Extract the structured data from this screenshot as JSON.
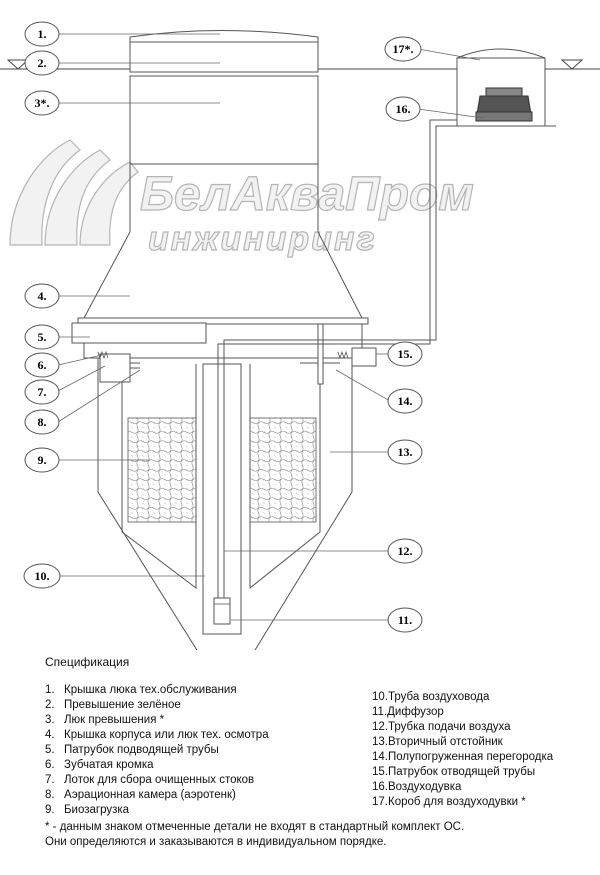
{
  "logo": {
    "line1": "БелАкваПром",
    "line2": "инжиниринг"
  },
  "callouts": [
    {
      "id": "c1",
      "label": "1."
    },
    {
      "id": "c2",
      "label": "2."
    },
    {
      "id": "c3",
      "label": "3*."
    },
    {
      "id": "c4",
      "label": "4."
    },
    {
      "id": "c5",
      "label": "5."
    },
    {
      "id": "c6",
      "label": "6."
    },
    {
      "id": "c7",
      "label": "7."
    },
    {
      "id": "c8",
      "label": "8."
    },
    {
      "id": "c9",
      "label": "9."
    },
    {
      "id": "c10",
      "label": "10."
    },
    {
      "id": "c11",
      "label": "11."
    },
    {
      "id": "c12",
      "label": "12."
    },
    {
      "id": "c13",
      "label": "13."
    },
    {
      "id": "c14",
      "label": "14."
    },
    {
      "id": "c15",
      "label": "15."
    },
    {
      "id": "c16",
      "label": "16."
    },
    {
      "id": "c17",
      "label": "17*."
    }
  ],
  "spec": {
    "title": "Спецификация",
    "left_items": [
      {
        "num": "1.",
        "text": "Крышка люка тех.обслуживания"
      },
      {
        "num": "2.",
        "text": "Превышение зелёное"
      },
      {
        "num": "3.",
        "text": "Люк превышения *"
      },
      {
        "num": "4.",
        "text": "Крышка корпуса или люк тех. осмотра"
      },
      {
        "num": "5.",
        "text": "Патрубок подводящей трубы"
      },
      {
        "num": "6.",
        "text": "Зубчатая кромка"
      },
      {
        "num": "7.",
        "text": "Лоток для сбора очищенных стоков"
      },
      {
        "num": "8.",
        "text": "Аэрационная камера (аэротенк)"
      },
      {
        "num": "9.",
        "text": "Биозагрузка"
      }
    ],
    "right_items": [
      {
        "num": "10.",
        "text": "Труба воздуховода"
      },
      {
        "num": "11.",
        "text": "Диффузор"
      },
      {
        "num": "12.",
        "text": "Трубка подачи воздуха"
      },
      {
        "num": "13.",
        "text": "Вторичный отстойник"
      },
      {
        "num": "14.",
        "text": "Полупогруженная перегородка"
      },
      {
        "num": "15.",
        "text": "Патрубок отводящей трубы"
      },
      {
        "num": "16.",
        "text": "Воздуходувка"
      },
      {
        "num": "17.",
        "text": "Короб для воздуходувки *"
      }
    ],
    "note_line1": "* - данным знаком отмеченные детали не входят в стандартный комплект ОС.",
    "note_line2": "Они определяются и заказываются в индивидуальном порядке."
  }
}
